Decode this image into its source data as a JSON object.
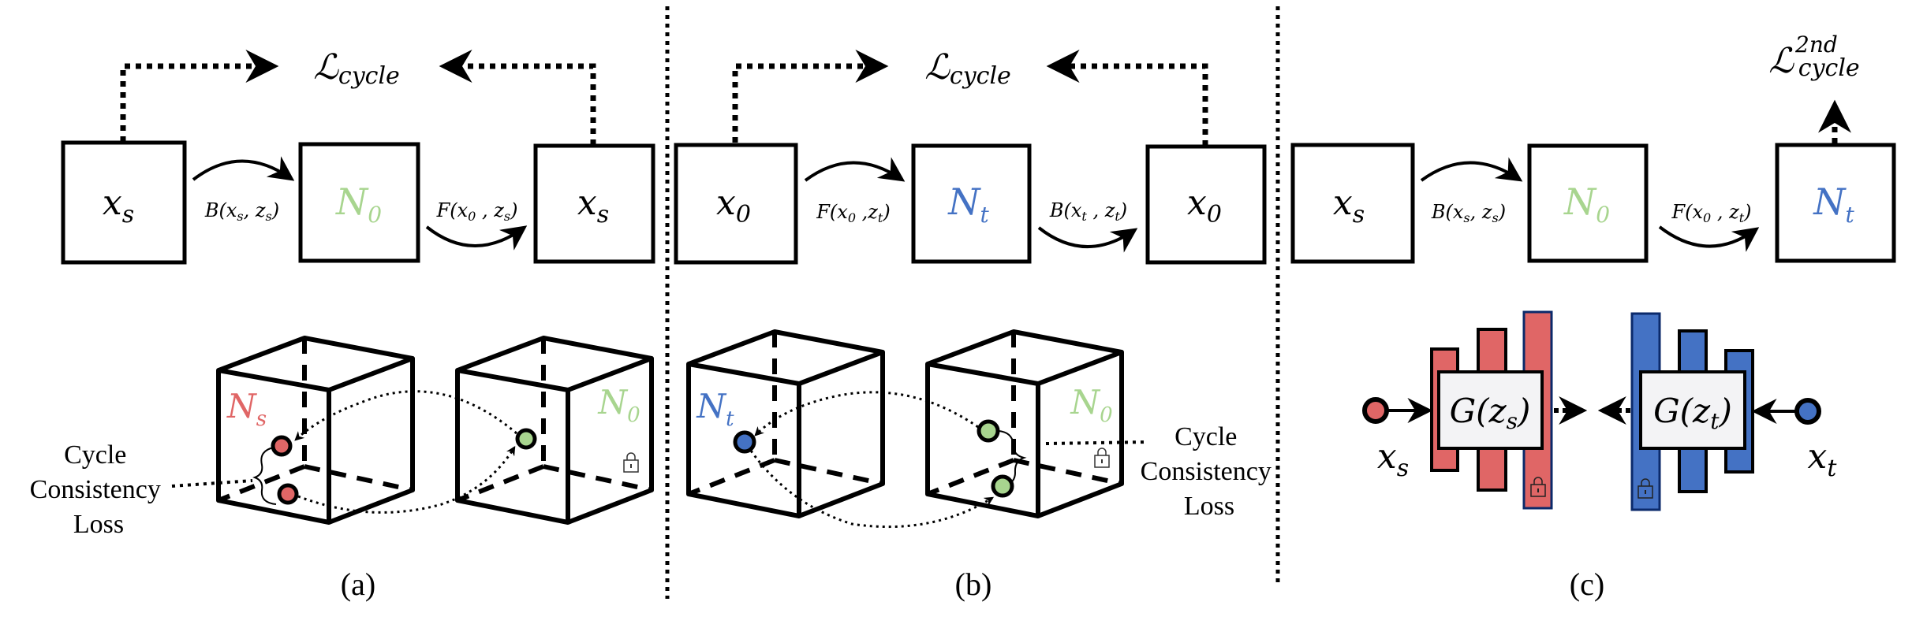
{
  "colors": {
    "red": "#e06666",
    "green": "#a8d58f",
    "blue": "#4472c4",
    "navy": "#0b2a6b"
  },
  "loss": {
    "main": "ℒ",
    "sub": "cycle",
    "sup_2nd": "2nd"
  },
  "panel_a": {
    "caption": "(a)",
    "boxes": [
      {
        "main": "x",
        "sub": "s"
      },
      {
        "main": "N",
        "sub": "0"
      },
      {
        "main": "x",
        "sub": "s"
      }
    ],
    "arrow1": {
      "fn": "B(x",
      "s1": "s",
      "mid": ", z",
      "s2": "s",
      "end": ")"
    },
    "arrow2": {
      "fn": "F(x",
      "s1": "0",
      "mid": " , z",
      "s2": "s",
      "end": ")"
    },
    "cube_labels": [
      {
        "main": "N",
        "sub": "s"
      },
      {
        "main": "N",
        "sub": "0"
      }
    ],
    "loss_text": [
      "Cycle",
      "Consistency",
      "Loss"
    ]
  },
  "panel_b": {
    "caption": "(b)",
    "boxes": [
      {
        "main": "x",
        "sub": "0"
      },
      {
        "main": "N",
        "sub": "t"
      },
      {
        "main": "x",
        "sub": "0"
      }
    ],
    "arrow1": {
      "fn": "F(x",
      "s1": "0",
      "mid": " ,z",
      "s2": "t",
      "end": ")"
    },
    "arrow2": {
      "fn": "B(x",
      "s1": "t",
      "mid": "  , z",
      "s2": "t",
      "end": ")"
    },
    "cube_labels": [
      {
        "main": "N",
        "sub": "t"
      },
      {
        "main": "N",
        "sub": "0"
      }
    ],
    "loss_text": [
      "Cycle",
      "Consistency",
      "Loss"
    ]
  },
  "panel_c": {
    "caption": "(c)",
    "boxes": [
      {
        "main": "x",
        "sub": "s"
      },
      {
        "main": "N",
        "sub": "0"
      },
      {
        "main": "N",
        "sub": "t"
      }
    ],
    "arrow1": {
      "fn": "B(x",
      "s1": "s",
      "mid": ", z",
      "s2": "s",
      "end": ")"
    },
    "arrow2": {
      "fn": "F(x",
      "s1": "0",
      "mid": " , z",
      "s2": "t",
      "end": ")"
    },
    "gen_s": {
      "main": "G(z",
      "sub": "s",
      "end": ")"
    },
    "gen_t": {
      "main": "G(z",
      "sub": "t",
      "end": ")"
    },
    "input_s": {
      "main": "x",
      "sub": "s"
    },
    "input_t": {
      "main": "x",
      "sub": "t"
    }
  }
}
